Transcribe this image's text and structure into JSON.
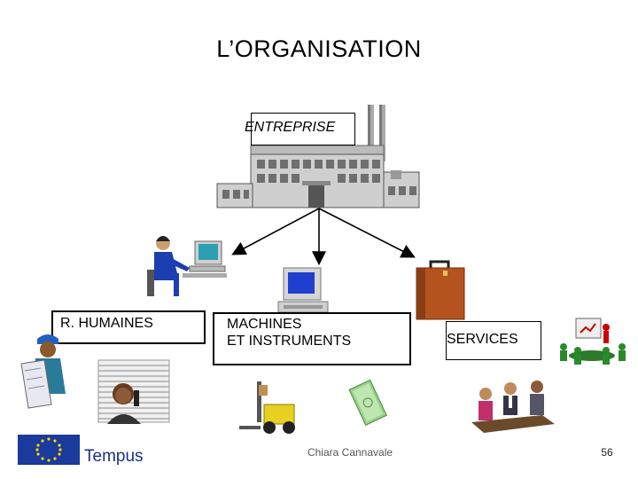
{
  "title": "L’ORGANISATION",
  "nodes": {
    "enterprise": "ENTREPRISE",
    "human_resources": "R. HUMAINES",
    "machines_line1": "MACHINES",
    "machines_line2": "ET INSTRUMENTS",
    "services": "SERVICES"
  },
  "footer": {
    "logo_text": "Tempus",
    "author": "Chiara Cannavale",
    "page_number": "56"
  },
  "colors": {
    "eu_blue": "#1a3a9c",
    "eu_star": "#ffd700",
    "tempus_text": "#1a2f8a",
    "factory_gray": "#8a8a8a",
    "briefcase": "#b5531f"
  },
  "icons": [
    "factory-icon",
    "office-worker-computer-icon",
    "computer-icon",
    "briefcase-icon",
    "engineer-blueprint-icon",
    "phone-operator-icon",
    "forklift-icon",
    "money-stack-icon",
    "meeting-icon",
    "presentation-icon",
    "eu-flag-icon"
  ]
}
